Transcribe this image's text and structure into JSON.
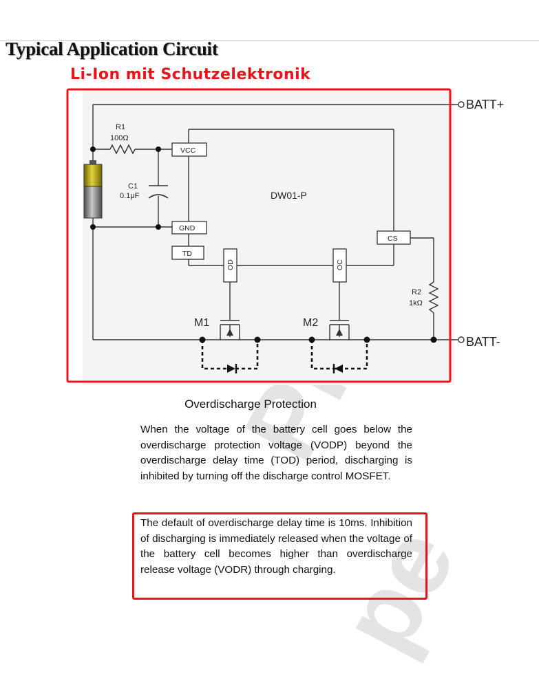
{
  "page_title": "Typical Application Circuit",
  "annotation_title": "Li-Ion mit Schutzelektronik",
  "watermark": {
    "text_1": "Prop",
    "text_2": "pe"
  },
  "circuit": {
    "terminals": {
      "batt_plus": "BATT+",
      "batt_minus": "BATT-"
    },
    "r1": {
      "name": "R1",
      "value": "100Ω"
    },
    "c1": {
      "name": "C1",
      "value": "0.1μF"
    },
    "r2": {
      "name": "R2",
      "value": "1kΩ"
    },
    "ic": {
      "name": "DW01-P",
      "pins": {
        "vcc": "VCC",
        "gnd": "GND",
        "td": "TD",
        "od": "OD",
        "oc": "OC",
        "cs": "CS"
      }
    },
    "m1": "M1",
    "m2": "M2",
    "colors": {
      "annotation_red": "#e8141c",
      "wire": "#333333",
      "battery_top": "#b8a800",
      "battery_body": "#8a8a8a"
    }
  },
  "caption": "Overdischarge Protection",
  "paragraph_1": "When the voltage of the battery cell goes below the overdischarge protection voltage (VODP) beyond the overdischarge delay time (TOD) period, discharging is inhibited by turning off the discharge control MOSFET.",
  "paragraph_2": "The default of overdischarge delay time is 10ms. Inhibition of discharging is immediately released when the voltage of the battery cell becomes higher than overdischarge release voltage (VODR) through charging."
}
